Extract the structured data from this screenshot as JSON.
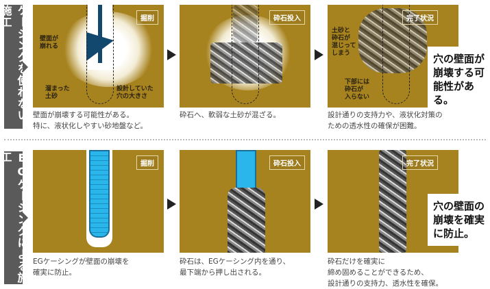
{
  "rows": [
    {
      "label": "ケーシングを使わない施工",
      "panels": [
        {
          "tag": "掘削",
          "notes": [
            "壁面が\n崩れる",
            "溜まった\n土砂",
            "設計していた\n穴の大きさ"
          ],
          "caption": "壁面が崩壊する可能性がある。\n特に、液状化しやすい砂地盤など。"
        },
        {
          "tag": "砕石投入",
          "notes": [],
          "caption": "砕石へ、軟弱な土砂が混ざる。"
        },
        {
          "tag": "完了状況",
          "notes": [
            "土砂と\n砕石が\n混じって\nしまう",
            "下部には\n砕石が\n入らない"
          ],
          "caption": "設計通りの支持力や、液状化対策の\nための透水性の確保が困難。"
        }
      ],
      "callout": "穴の壁面が\n崩壊する可\n能性がある。"
    },
    {
      "label": "EGケーシングによる施工",
      "panels": [
        {
          "tag": "掘削",
          "notes": [],
          "caption": "EGケーシングが壁面の崩壊を\n確実に防止。"
        },
        {
          "tag": "砕石投入",
          "notes": [],
          "caption": "砕石は、EGケーシング内を通り、\n最下端から押し出される。"
        },
        {
          "tag": "完了状況",
          "notes": [],
          "caption": "砕石だけを確実に\n締め固めることができるため、\n設計通りの支持力、透水性を確保。"
        }
      ],
      "callout": "穴の壁面の\n崩壊を確実\nに防止。"
    }
  ],
  "colors": {
    "ground": "#a7831f",
    "casing": "#2ab6ea",
    "label_bg": "#5a5a5a"
  }
}
